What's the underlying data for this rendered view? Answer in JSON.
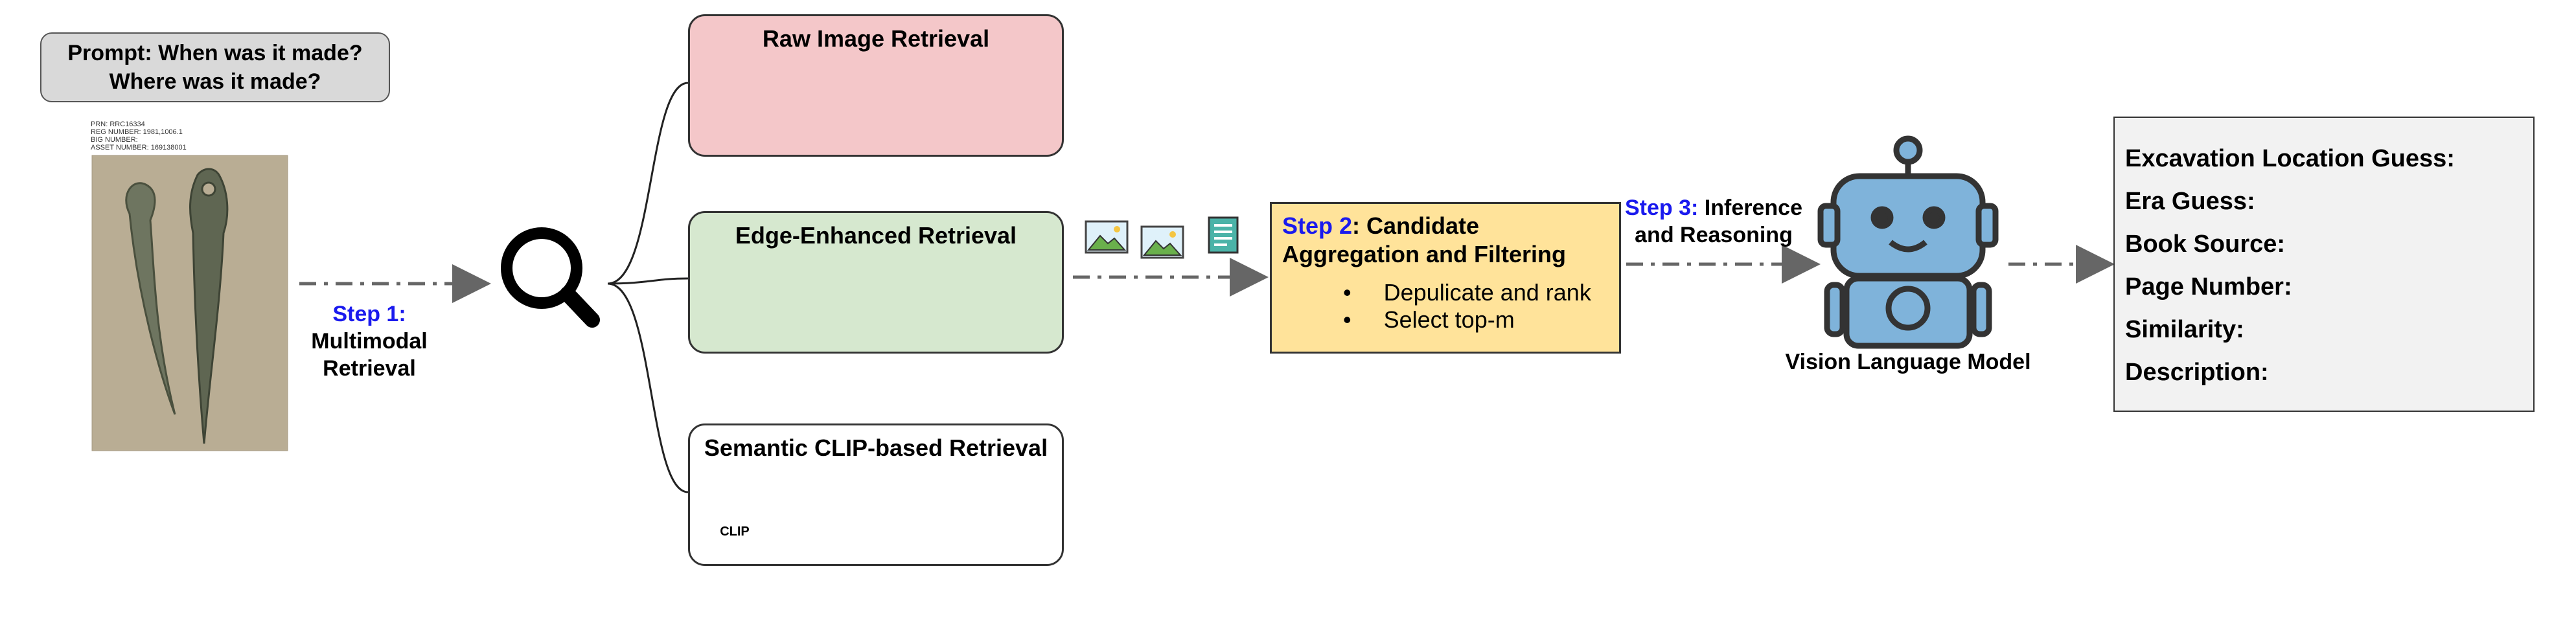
{
  "prompt": {
    "line1": "Prompt: When was it made?",
    "line2": "Where was it made?"
  },
  "artifact_meta": [
    "PRN: RRC16334",
    "REG NUMBER: 1981,1006.1",
    "BIG NUMBER:",
    "ASSET NUMBER: 169138001"
  ],
  "step1": {
    "step": "Step 1:",
    "line1": "Multimodal",
    "line2": "Retrieval"
  },
  "panels": {
    "raw": {
      "title": "Raw Image Retrieval"
    },
    "edge": {
      "title": "Edge-Enhanced Retrieval"
    },
    "clip": {
      "title": "Semantic CLIP-based Retrieval",
      "icon_text": "CLIP"
    }
  },
  "step2": {
    "step": "Step 2",
    "title1": ": Candidate",
    "title2": "Aggregation and Filtering",
    "bullets": [
      "Depulicate and rank",
      "Select top-m"
    ]
  },
  "step3": {
    "step": "Step 3:",
    "title1": " Inference",
    "title2": "and Reasoning"
  },
  "vlm": {
    "label": "Vision Language Model"
  },
  "answer": {
    "fields": [
      "Excavation Location Guess:",
      "Era Guess:",
      "Book Source:",
      "Page Number:",
      "Similarity:",
      "Description:"
    ]
  },
  "colors": {
    "raw_bg": "#f4c7c9",
    "edge_bg": "#d6e8cf",
    "clip_bg": "#ffffff",
    "step2_bg": "#ffe39a",
    "answer_bg": "#f2f2f2",
    "step_blue": "#1a1aee",
    "robot_blue": "#7fb3da",
    "arrow_fill": "#d7e6f5"
  }
}
